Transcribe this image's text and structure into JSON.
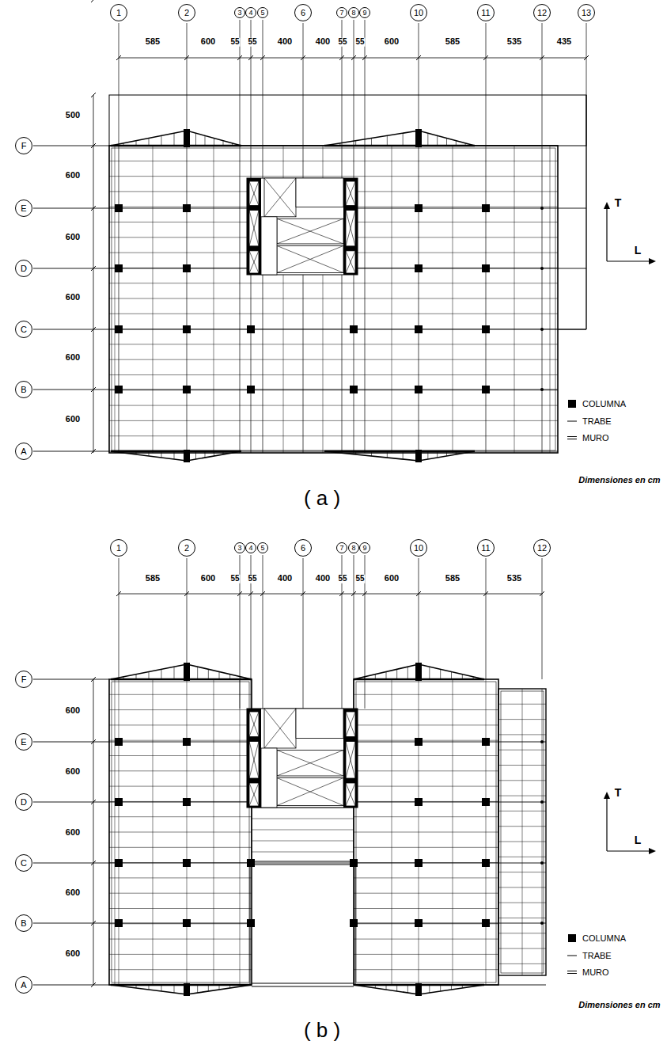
{
  "diagram": {
    "nodes": [
      {
        "text": [
          "1"
        ]
      },
      {
        "text": [
          "2"
        ]
      },
      {
        "text": [
          "3"
        ]
      },
      {
        "text": [
          "4"
        ]
      },
      {
        "text": [
          "5"
        ]
      },
      {
        "text": [
          "6"
        ]
      },
      {
        "text": [
          "7"
        ]
      },
      {
        "text": [
          "8"
        ]
      },
      {
        "text": [
          "9"
        ]
      },
      {
        "text": [
          "10"
        ]
      },
      {
        "text": [
          "11"
        ]
      },
      {
        "text": [
          "12"
        ]
      },
      {
        "text": [
          "13"
        ]
      },
      {
        "text": [
          "F"
        ]
      },
      {
        "text": [
          "E"
        ]
      },
      {
        "text": [
          "D"
        ]
      },
      {
        "text": [
          "C"
        ]
      },
      {
        "text": [
          "B"
        ]
      },
      {
        "text": [
          "A"
        ]
      },
      {
        "text": [
          "1"
        ]
      },
      {
        "text": [
          "2"
        ]
      },
      {
        "text": [
          "3"
        ]
      },
      {
        "text": [
          "4"
        ]
      },
      {
        "text": [
          "5"
        ]
      },
      {
        "text": [
          "6"
        ]
      },
      {
        "text": [
          "7"
        ]
      },
      {
        "text": [
          "8"
        ]
      },
      {
        "text": [
          "9"
        ]
      },
      {
        "text": [
          "10"
        ]
      },
      {
        "text": [
          "11"
        ]
      },
      {
        "text": [
          "12"
        ]
      },
      {
        "text": [
          "F"
        ]
      },
      {
        "text": [
          "E"
        ]
      },
      {
        "text": [
          "D"
        ]
      },
      {
        "text": [
          "C"
        ]
      },
      {
        "text": [
          "B"
        ]
      },
      {
        "text": [
          "A"
        ]
      }
    ],
    "labels": [
      "585",
      "600",
      "55",
      "55",
      "400",
      "400",
      "55",
      "55",
      "600",
      "585",
      "535",
      "435",
      "500",
      "600",
      "600",
      "600",
      "600",
      "600",
      "T",
      "L",
      "Dimensiones en cm",
      "( a )",
      "585",
      "600",
      "55",
      "55",
      "400",
      "400",
      "55",
      "55",
      "600",
      "585",
      "535",
      "600",
      "600",
      "600",
      "600",
      "600",
      "T",
      "L",
      "Dimensiones en cm",
      "( b )"
    ],
    "legend": [
      {
        "text": "COLUMNA"
      },
      {
        "text": "TRABE"
      },
      {
        "text": "MURO"
      },
      {
        "text": "COLUMNA"
      },
      {
        "text": "TRABE"
      },
      {
        "text": "MURO"
      }
    ]
  }
}
